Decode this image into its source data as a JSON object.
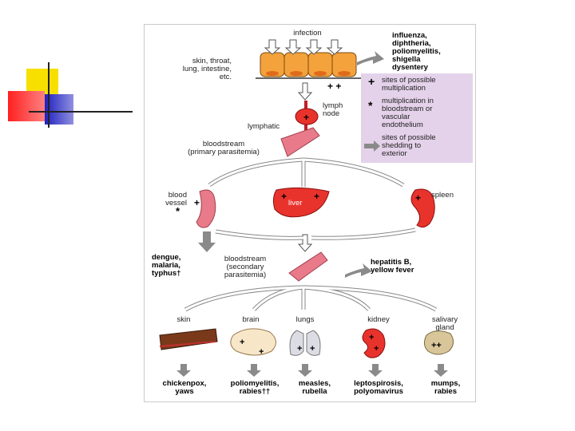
{
  "labels": {
    "infection": "infection",
    "entry_sites": "skin, throat,\nlung, intestine,\netc.",
    "entry_diseases": "influenza,\ndiphtheria,\npoliomyelitis,\nshigella\ndysentery",
    "lymph_node": "lymph\nnode",
    "lymphatic": "lymphatic",
    "primary_bloodstream": "bloodstream\n(primary parasitemia)",
    "blood_vessel": "blood\nvessel",
    "liver": "liver",
    "spleen": "spleen",
    "vessel_diseases": "dengue,\nmalaria,\ntyphus†",
    "secondary_bloodstream": "bloodstream\n(secondary\nparasitemia)",
    "hepatitis": "hepatitis B,\nyellow fever",
    "plus_plus": "+ +",
    "star": "*"
  },
  "legend": {
    "items": [
      {
        "symbol": "+",
        "text": "sites of possible\nmultiplication"
      },
      {
        "symbol": "*",
        "text": "multiplication in\nbloodstream or\nvascular\nendothelium"
      },
      {
        "symbol": "arrow",
        "text": "sites of possible\nshedding to\nexterior"
      }
    ]
  },
  "organs": [
    {
      "label": "skin",
      "diseases": "chickenpox,\nyaws"
    },
    {
      "label": "brain",
      "diseases": "poliomyelitis,\nrabies††"
    },
    {
      "label": "lungs",
      "diseases": "measles,\nrubella"
    },
    {
      "label": "kidney",
      "diseases": "leptospirosis,\npolyomavirus"
    },
    {
      "label": "salivary\ngland",
      "diseases": "mumps,\nrabies"
    }
  ],
  "colors": {
    "epithelium": "#f4a23c",
    "organ_red": "#e8332c",
    "vessel_pink": "#e87a8a",
    "legend_bg": "#e4d2ea",
    "arrow_gray": "#8a8a8a",
    "deco_yellow": "#f7e000",
    "deco_red": "#ff2020",
    "deco_blue": "#3030d0"
  }
}
